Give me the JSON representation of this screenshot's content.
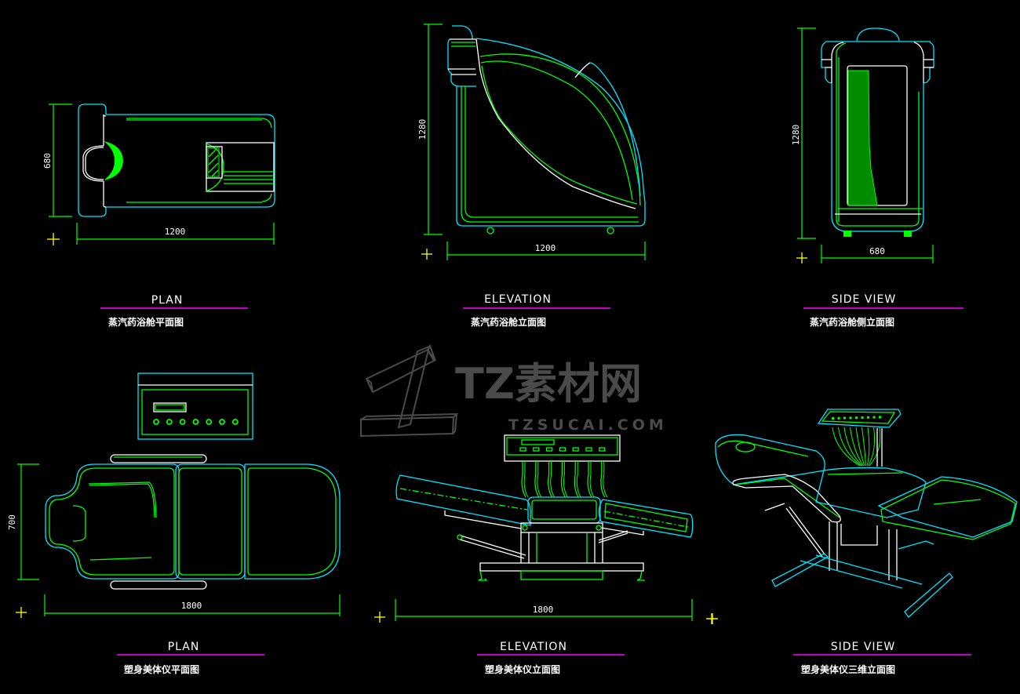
{
  "drawing": {
    "colors": {
      "background": "#000000",
      "outline_cyan": "#00e5ff",
      "outline_green": "#00ff00",
      "outline_white": "#ffffff",
      "title_underline": "#ff00ff",
      "origin_marker": "#ffff00",
      "watermark": "#4a4a4a"
    },
    "steam_bath": {
      "plan": {
        "title": "PLAN",
        "subtitle": "蒸汽药浴舱平面图",
        "dim_width": "1200",
        "dim_height": "680"
      },
      "elevation": {
        "title": "ELEVATION",
        "subtitle": "蒸汽药浴舱立面图",
        "dim_width": "1200",
        "dim_height": "1280"
      },
      "side_view": {
        "title": "SIDE VIEW",
        "subtitle": "蒸汽药浴舱侧立面图",
        "dim_width": "680",
        "dim_height": "1280"
      }
    },
    "beauty_bed": {
      "plan": {
        "title": "PLAN",
        "subtitle": "塑身美体仪平面图",
        "dim_width": "1800",
        "dim_height": "700",
        "control_knobs": 7
      },
      "elevation": {
        "title": "ELEVATION",
        "subtitle": "塑身美体仪立面图",
        "dim_width": "1800",
        "control_knobs": 7
      },
      "side_view": {
        "title": "SIDE VIEW",
        "subtitle": "塑身美体仪三维立面图"
      }
    },
    "watermark": {
      "brand": "TZ素材网",
      "url": "TZSUCAI.COM",
      "logo_icon": "1-block-logo-icon"
    }
  }
}
